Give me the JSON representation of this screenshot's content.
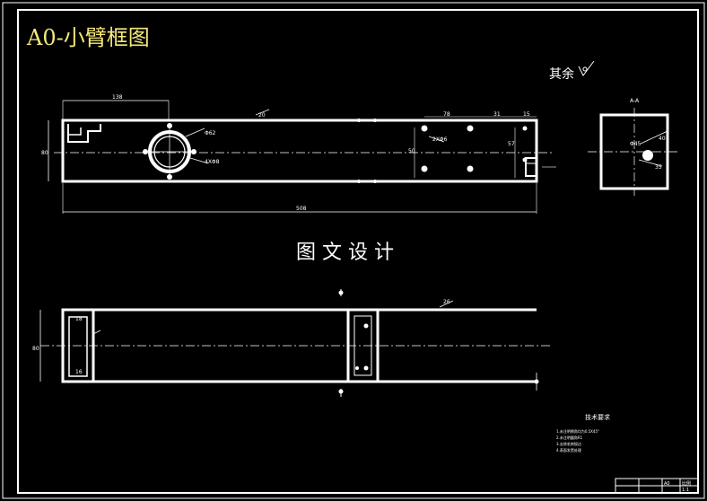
{
  "drawing": {
    "title": "A0-小臂框图",
    "watermark": "图 文 设 计",
    "surface_note": "其余",
    "dims": {
      "top_left_width": "138",
      "overall_length": "508",
      "left_height": "80",
      "bore_label": "Φ62",
      "hole_label": "4XΦ8",
      "slot_width": "20",
      "slot_pos": "78",
      "slot_pos2": "31",
      "right_gap": "15",
      "height_a": "50",
      "height_b": "57",
      "hole_small": "2XΦ6",
      "bottom_depth": "80",
      "bottom_offset": "26",
      "bottom_wall": "18",
      "bottom_inner": "16",
      "section_dim": "Φ45",
      "section_dim2": "40",
      "section_dim3": "35"
    },
    "section_title": "A-A",
    "tech_req_title": "技术要求",
    "tech_req_items": [
      "1.未注明倒角均为0.5X45°",
      "2.未注明圆角R1",
      "3.去除毛刺锐边",
      "4.表面发黑处理"
    ],
    "title_block": {
      "col1": "A0",
      "col2": "比例",
      "col3": "1:1"
    }
  }
}
